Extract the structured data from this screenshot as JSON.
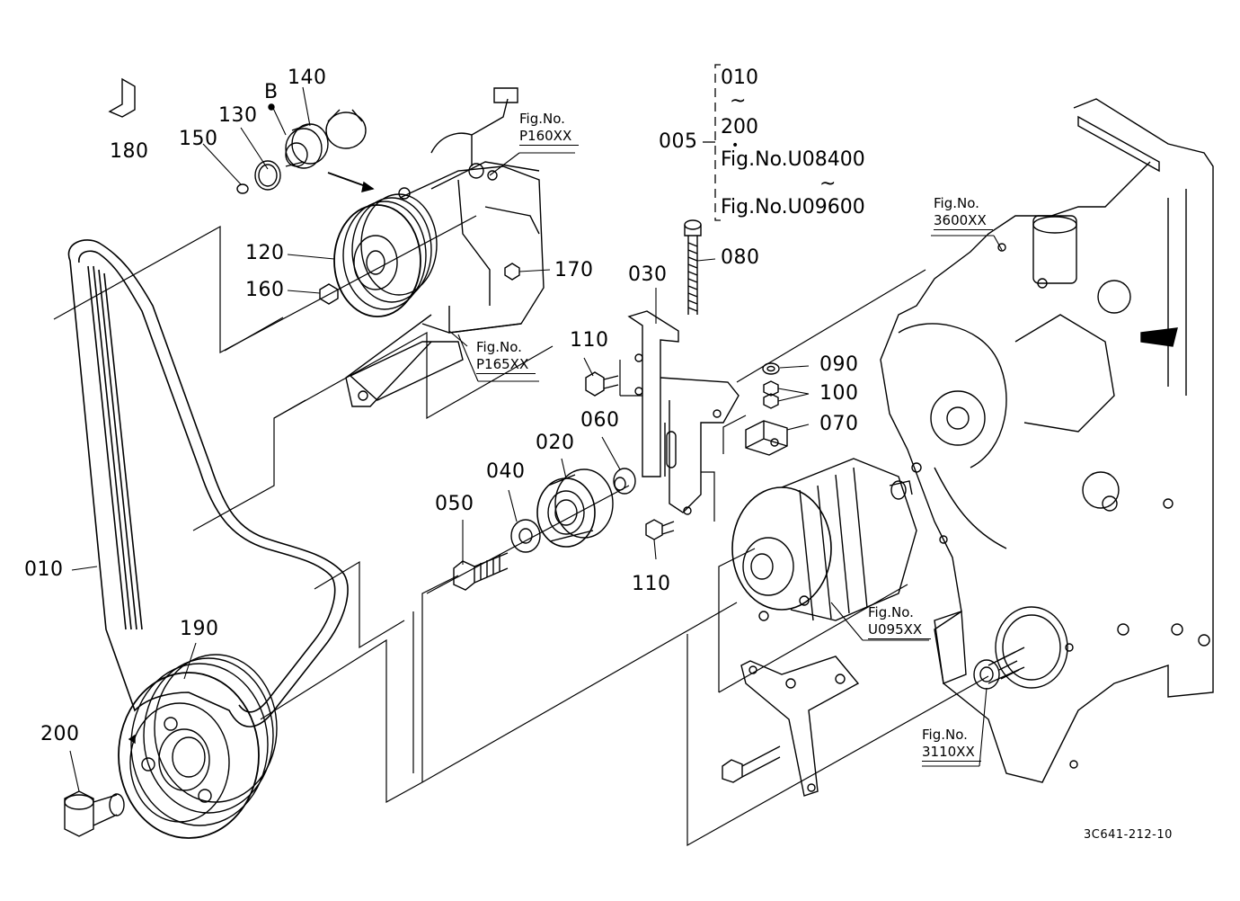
{
  "parts": {
    "p005": "005",
    "p010": "010",
    "p020": "020",
    "p030": "030",
    "p040": "040",
    "p050": "050",
    "p060": "060",
    "p070": "070",
    "p080": "080",
    "p090": "090",
    "p100": "100",
    "p110a": "110",
    "p110b": "110",
    "p120": "120",
    "p130": "130",
    "p140": "140",
    "p150": "150",
    "p160": "160",
    "p170": "170",
    "p180": "180",
    "p190": "190",
    "p200": "200",
    "pB": "B"
  },
  "group": {
    "range_start": "010",
    "tilde1": "~",
    "range_end": "200",
    "dot": "•",
    "fig_start": "Fig.No.U08400",
    "tilde2": "~",
    "fig_end": "Fig.No.U09600"
  },
  "refs": {
    "p160xx": {
      "line1": "Fig.No.",
      "line2": "P160XX"
    },
    "p165xx": {
      "line1": "Fig.No.",
      "line2": "P165XX"
    },
    "f3600xx": {
      "line1": "Fig.No.",
      "line2": "3600XX"
    },
    "u095xx": {
      "line1": "Fig.No.",
      "line2": "U095XX"
    },
    "f3110xx": {
      "line1": "Fig.No.",
      "line2": "3110XX"
    }
  },
  "doc_code": "3C641-212-10"
}
